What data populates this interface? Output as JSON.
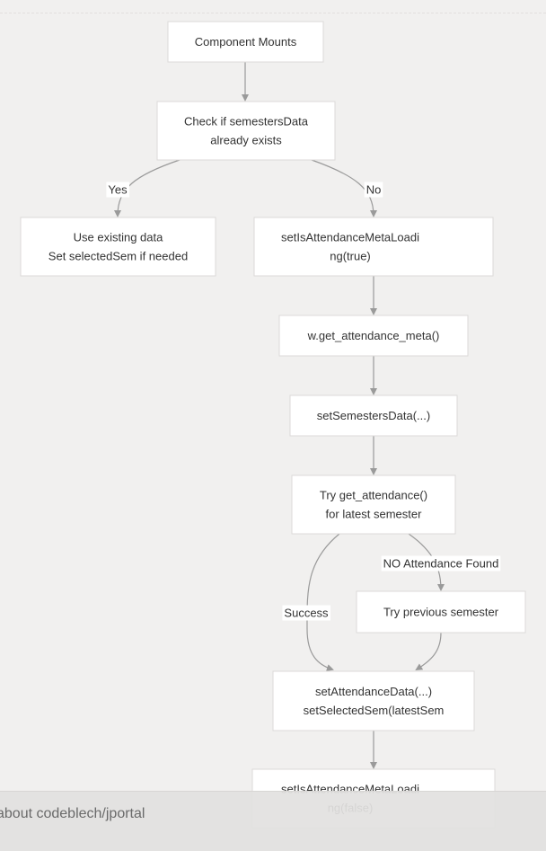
{
  "nodes": {
    "mount": [
      "Component Mounts"
    ],
    "check": [
      "Check if semestersData",
      "already exists"
    ],
    "use_existing": [
      "Use existing data",
      "Set selectedSem if needed"
    ],
    "set_loading_true": [
      "setIsAttendanceMetaLoadi",
      "ng(true)"
    ],
    "get_meta": [
      "w.get_attendance_meta()"
    ],
    "set_semesters": [
      "setSemestersData(...)"
    ],
    "try_get": [
      "Try get_attendance()",
      "for latest semester"
    ],
    "try_previous": [
      "Try previous semester"
    ],
    "set_attendance": [
      "setAttendanceData(...)",
      "setSelectedSem(latestSem"
    ],
    "set_loading_false": [
      "setIsAttendanceMetaLoadi",
      "ng(false)"
    ]
  },
  "edge_labels": {
    "yes": "Yes",
    "no": "No",
    "not_found": "NO Attendance Found",
    "success": "Success"
  },
  "footer": {
    "text": "about codeblech/jportal"
  },
  "colors": {
    "background": "#f1f0ef",
    "node_fill": "#ffffff",
    "node_border": "#dcdad8",
    "edge": "#9a9a9a"
  }
}
